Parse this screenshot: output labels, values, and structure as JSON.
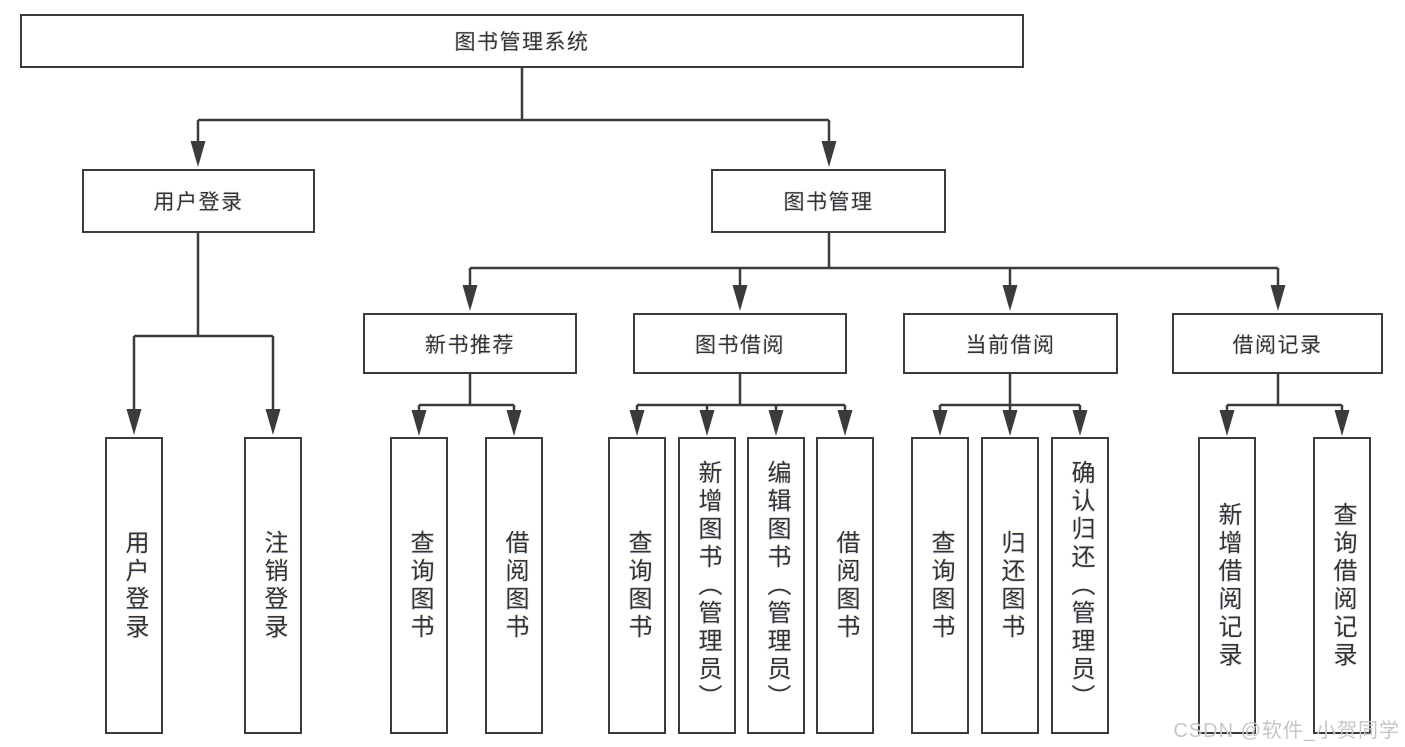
{
  "tree": {
    "root": {
      "label": "图书管理系统"
    },
    "level2": [
      {
        "label": "用户登录",
        "children": [
          {
            "label": "用户登录"
          },
          {
            "label": "注销登录"
          }
        ]
      },
      {
        "label": "图书管理",
        "children": [
          {
            "label": "新书推荐",
            "children": [
              {
                "label": "查询图书"
              },
              {
                "label": "借阅图书"
              }
            ]
          },
          {
            "label": "图书借阅",
            "children": [
              {
                "label": "查询图书"
              },
              {
                "label": "新增图书（管理员）"
              },
              {
                "label": "编辑图书（管理员）"
              },
              {
                "label": "借阅图书"
              }
            ]
          },
          {
            "label": "当前借阅",
            "children": [
              {
                "label": "查询图书"
              },
              {
                "label": "归还图书"
              },
              {
                "label": "确认归还（管理员）"
              }
            ]
          },
          {
            "label": "借阅记录",
            "children": [
              {
                "label": "新增借阅记录"
              },
              {
                "label": "查询借阅记录"
              }
            ]
          }
        ]
      }
    ]
  },
  "watermark": {
    "text": "CSDN @软件_小贺同学"
  },
  "colors": {
    "line": "#3b3b3b",
    "box_border": "#3b3b3b",
    "text": "#333333",
    "watermark": "#c6c6c6",
    "background": "#ffffff"
  }
}
